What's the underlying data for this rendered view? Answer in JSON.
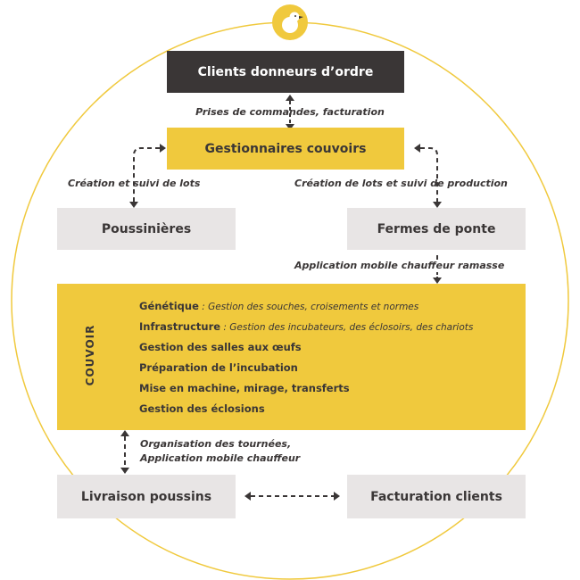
{
  "colors": {
    "dark": "#3a3636",
    "yellow": "#f0c93d",
    "grey": "#e8e5e5",
    "circle": "#f0c93d"
  },
  "logo_icon": "chick-icon",
  "nodes": {
    "clients": "Clients donneurs d’ordre",
    "gestionnaires": "Gestionnaires couvoirs",
    "poussinieres": "Poussinières",
    "fermes": "Fermes de ponte",
    "livraison": "Livraison poussins",
    "facturation": "Facturation clients"
  },
  "edge_labels": {
    "prises": "Prises de commandes, facturation",
    "creation_lots": "Création et suivi de lots",
    "creation_production": "Création de lots et suivi de production",
    "application_ramasse": "Application mobile chauffeur ramasse",
    "organisation_line1": "Organisation des tournées,",
    "organisation_line2": "Application mobile chauffeur"
  },
  "couvoir": {
    "title": "COUVOIR",
    "steps": [
      {
        "name": "Génétique",
        "detail": " : Gestion des souches, croisements et normes"
      },
      {
        "name": "Infrastructure",
        "detail": " : Gestion des incubateurs, des éclosoirs, des chariots"
      },
      {
        "name": "Gestion des salles aux œufs",
        "detail": ""
      },
      {
        "name": "Préparation de l’incubation",
        "detail": ""
      },
      {
        "name": "Mise en machine, mirage, transferts",
        "detail": ""
      },
      {
        "name": "Gestion des éclosions",
        "detail": ""
      }
    ]
  }
}
